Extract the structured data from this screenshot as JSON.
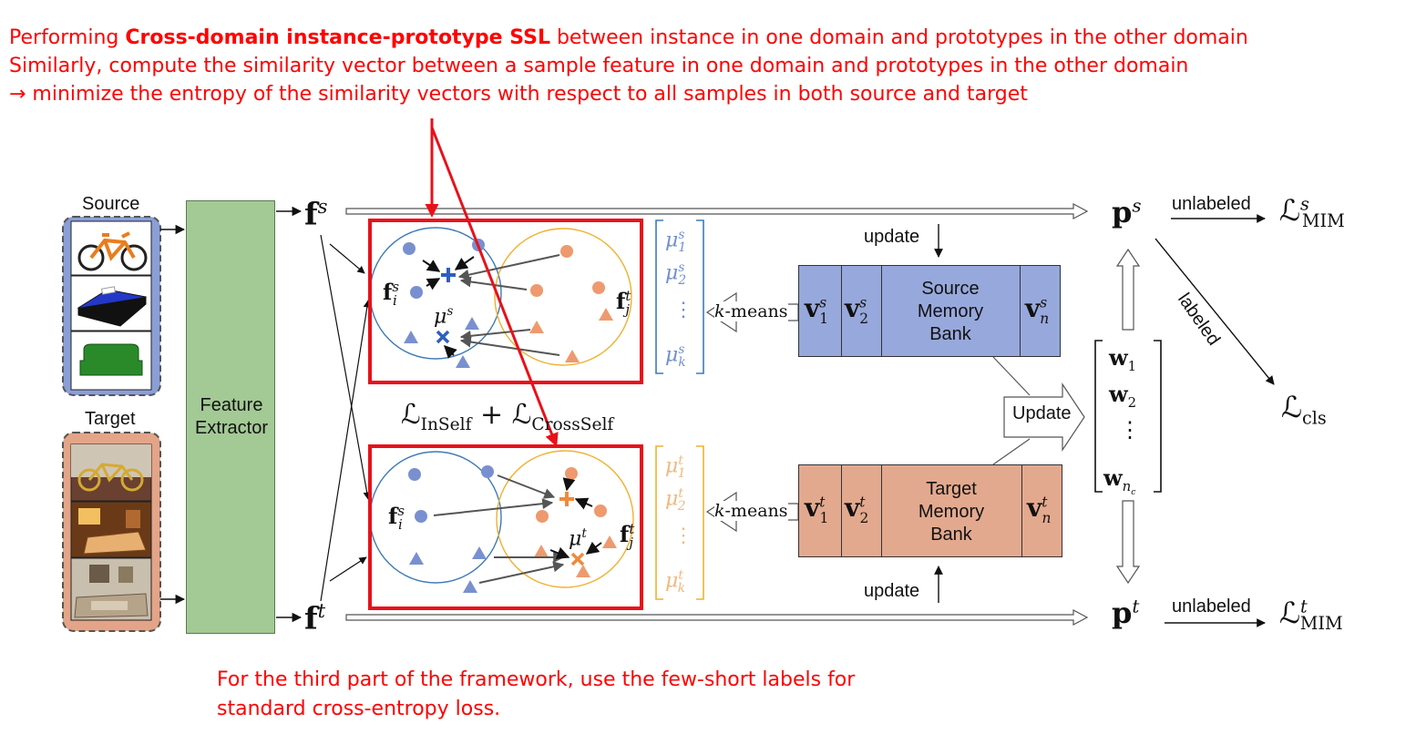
{
  "annotations": {
    "top_line1_pre": "Performing ",
    "top_line1_bold": "Cross-domain instance-prototype SSL",
    "top_line1_post": " between instance in one domain and prototypes in the other domain",
    "top_line2": "Similarly, compute the similarity vector between a sample feature in one domain and prototypes in the other domain",
    "top_line3": "→ minimize the entropy of the similarity vectors with respect to all samples in both source and target",
    "bottom_line1": "For the third part of the framework, use the few-short labels for",
    "bottom_line2": "standard cross-entropy loss."
  },
  "inputs": {
    "source_label": "Source",
    "target_label": "Target",
    "source_images": [
      "bike-icon",
      "bed-icon",
      "sofa-icon"
    ],
    "target_images": [
      "bike-photo",
      "bedroom-photo",
      "living-room-photo"
    ]
  },
  "extractor": {
    "line1": "Feature",
    "line2": "Extractor"
  },
  "features": {
    "f": "f",
    "s": "s",
    "t": "t",
    "fi": "f",
    "fj": "f",
    "i": "i",
    "j": "j",
    "mu": "μ"
  },
  "memory": {
    "source_line1": "Source",
    "source_line2": "Memory",
    "source_line3": "Bank",
    "target_line1": "Target",
    "target_line2": "Memory",
    "target_line3": "Bank",
    "v": "v",
    "one": "1",
    "two": "2",
    "n": "n",
    "kmeans_k": "k",
    "kmeans_rest": "-means",
    "update_label": "update",
    "update_arrow_label": "Update"
  },
  "prototypes": {
    "mu": "μ",
    "one": "1",
    "two": "2",
    "k": "k",
    "dots": "⋮"
  },
  "classifier": {
    "w": "w",
    "one": "1",
    "two": "2",
    "nc": "n",
    "c": "c",
    "dots": "⋮"
  },
  "outputs": {
    "p": "p",
    "unlabeled": "unlabeled",
    "labeled": "labeled",
    "L": "ℒ",
    "mim": "MIM",
    "cls": "cls",
    "inself": "InSelf",
    "crossself": "CrossSelf",
    "plus": "+"
  },
  "colors": {
    "annotation_red": "#ff0000",
    "box_red": "#e8111a",
    "source_blue": "#8a9fd6",
    "target_orange": "#e4a488",
    "extractor_green": "#a3c995",
    "source_circle": "#3e7bb6",
    "target_circle": "#f0b030"
  }
}
